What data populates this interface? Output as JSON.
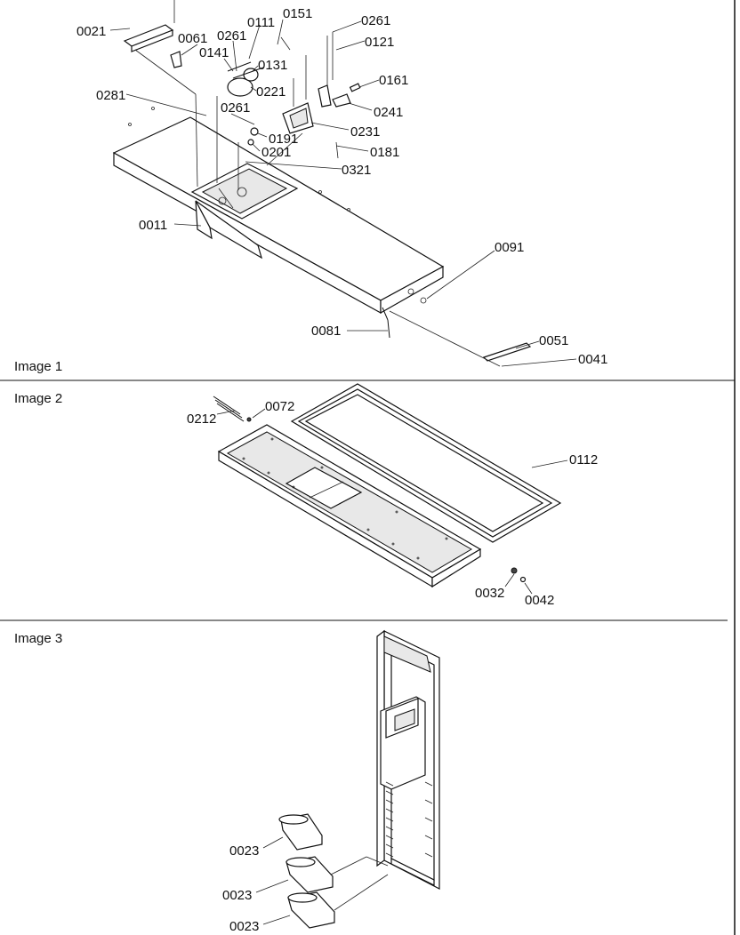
{
  "panels": [
    {
      "title": "Image 1",
      "callouts": [
        "0021",
        "0061",
        "0261",
        "0111",
        "0151",
        "0261",
        "0121",
        "0141",
        "0131",
        "0161",
        "0221",
        "0281",
        "0261",
        "0241",
        "0231",
        "0191",
        "0201",
        "0181",
        "0321",
        "0011",
        "0091",
        "0081",
        "0051",
        "0041"
      ]
    },
    {
      "title": "Image 2",
      "callouts": [
        "0212",
        "0072",
        "0112",
        "0032",
        "0042"
      ]
    },
    {
      "title": "Image 3",
      "callouts": [
        "0023",
        "0023",
        "0023"
      ]
    }
  ]
}
